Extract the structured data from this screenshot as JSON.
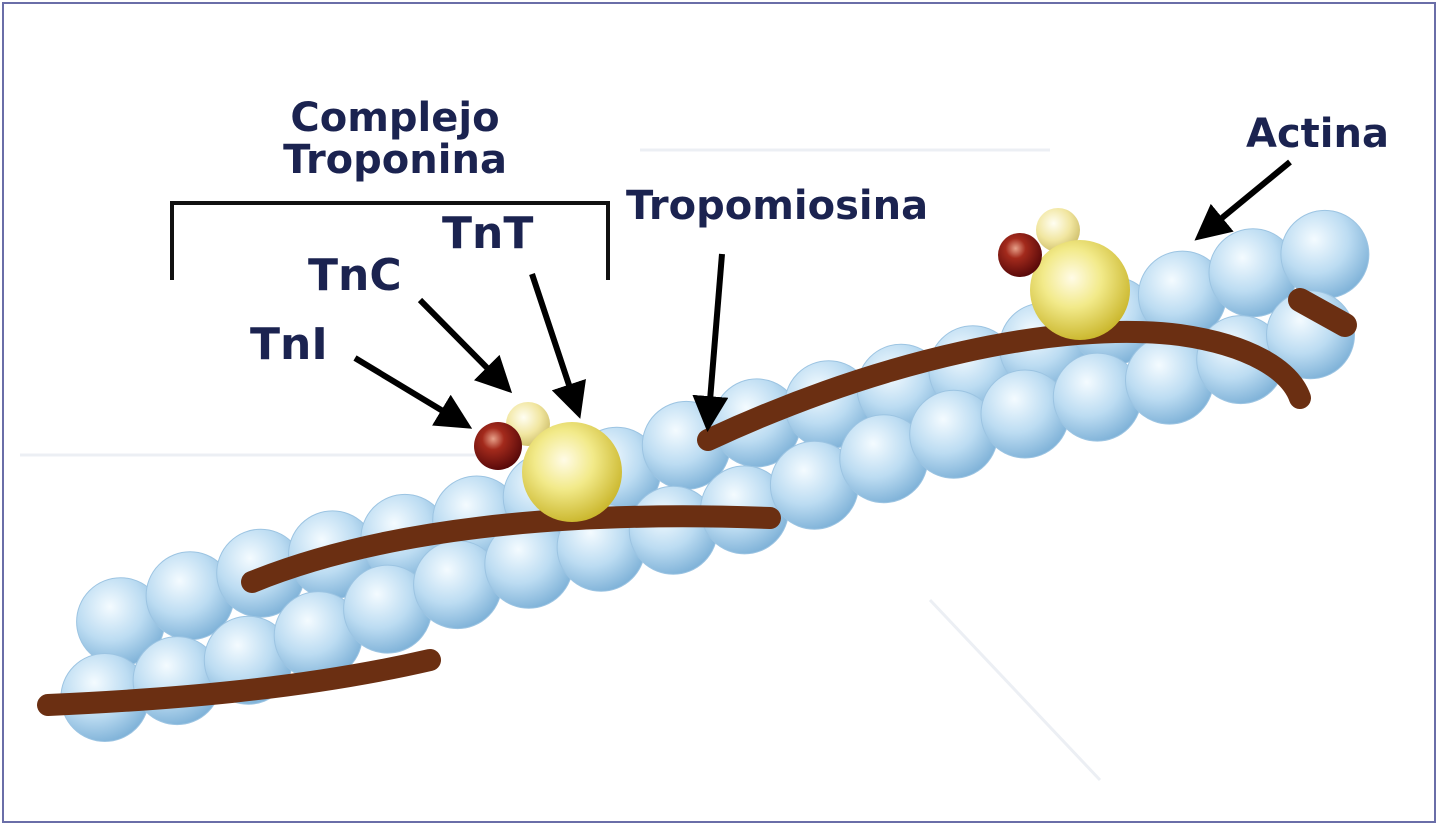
{
  "labels": {
    "complejo": "Complejo",
    "troponina": "Troponina",
    "tnt": "TnT",
    "tnc": "TnC",
    "tni": "TnI",
    "tropomiosina": "Tropomiosina",
    "actina": "Actina"
  },
  "colors": {
    "actin_light": "#f4fbff",
    "actin_mid": "#bcdcf2",
    "actin_dark": "#7fb2d8",
    "tropomyosin": "#6b2f12",
    "tnc_yellow": "#f1e6a0",
    "tnt_yellow": "#e6d84a",
    "tni_red": "#8c1616",
    "text": "#1b2350",
    "frame": "#6a6ea8"
  }
}
